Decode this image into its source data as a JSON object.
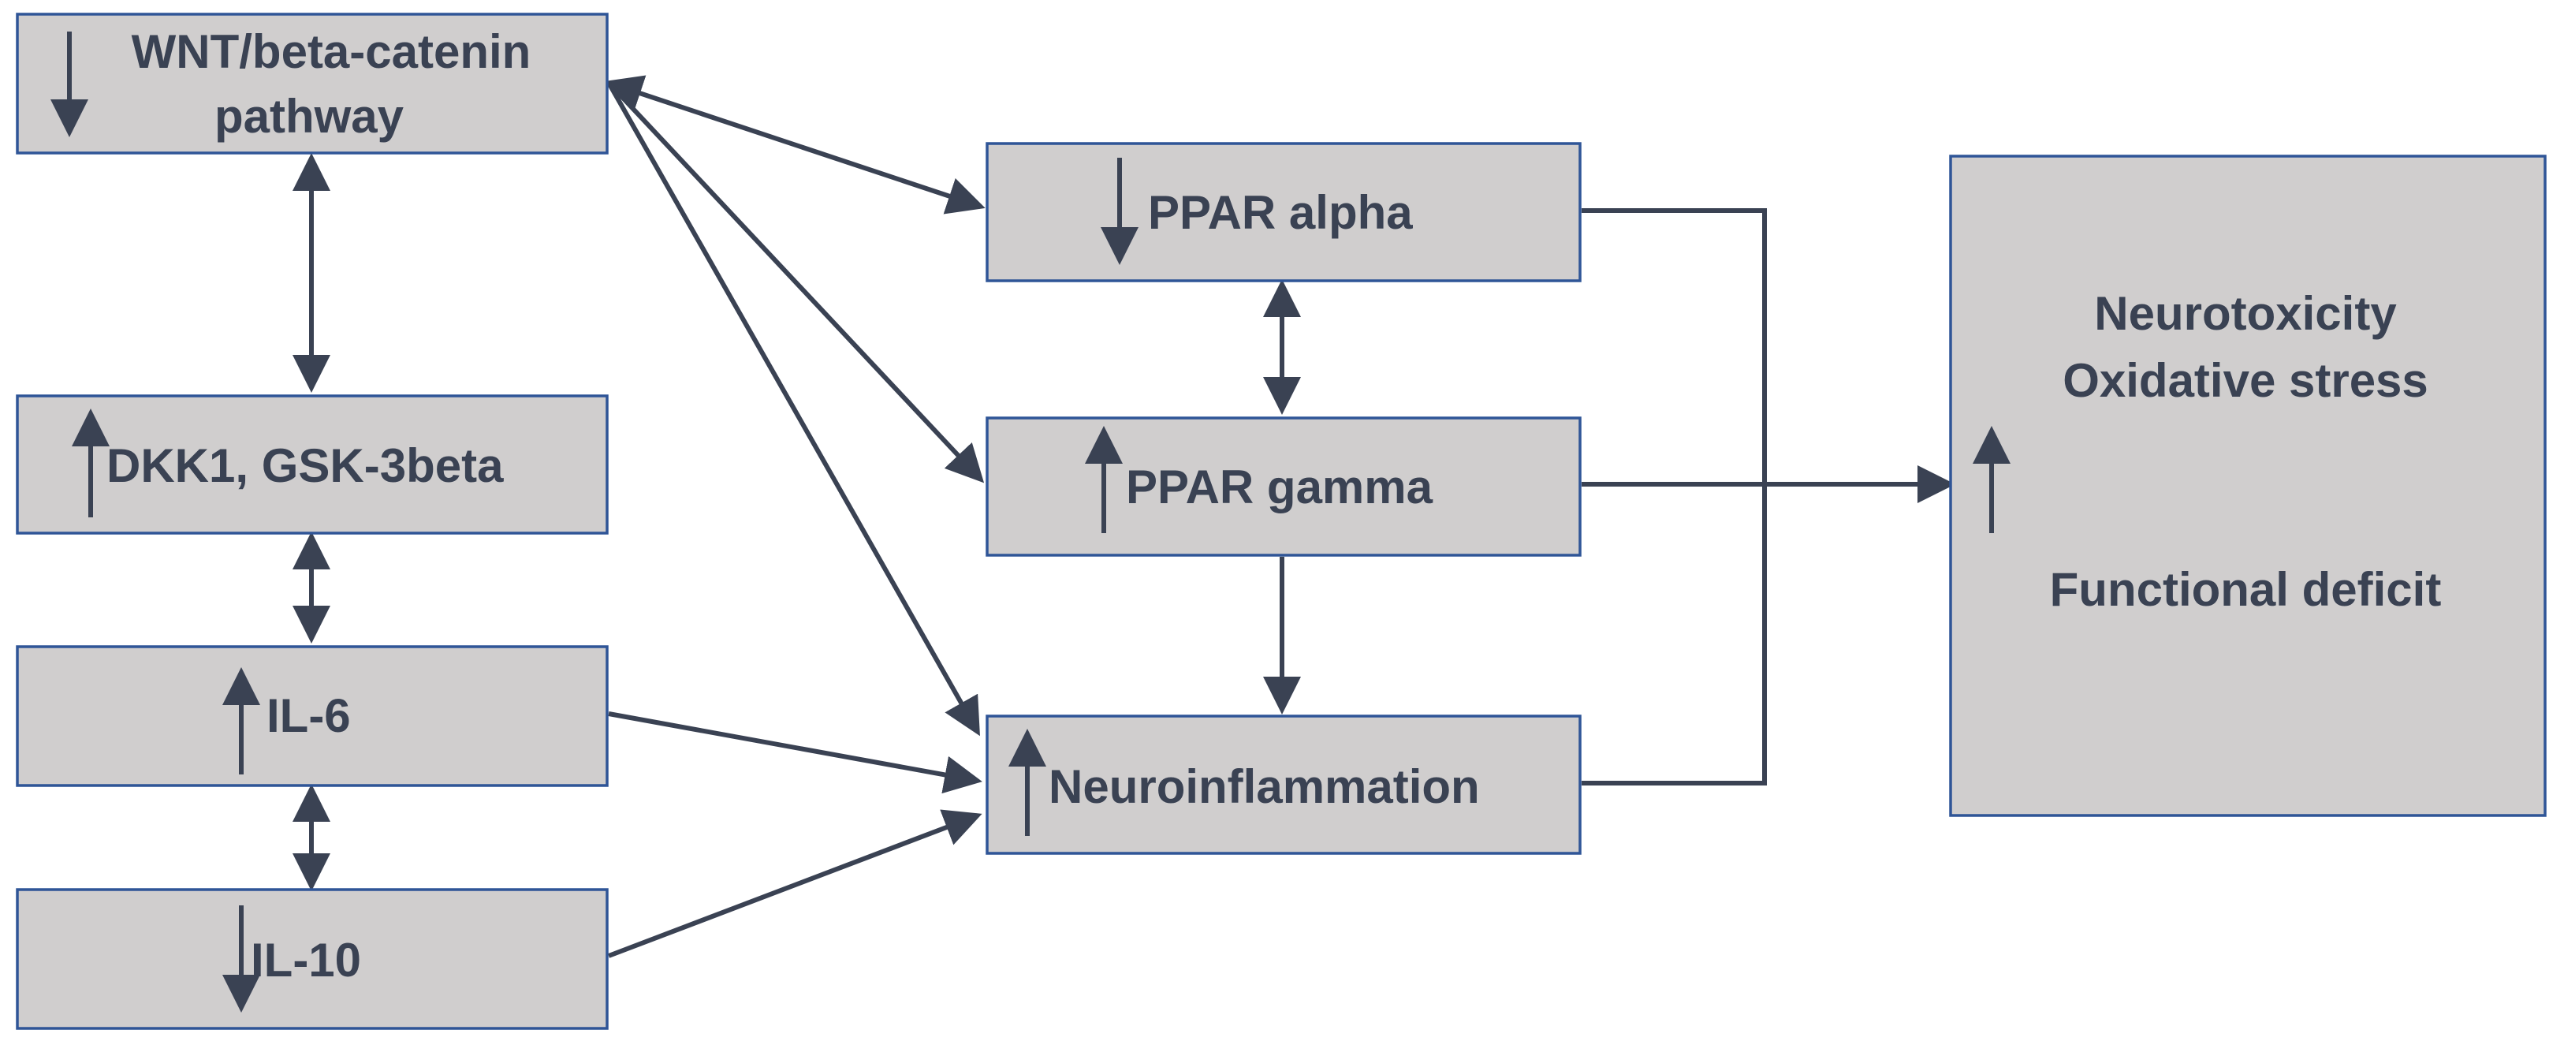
{
  "nodes": {
    "wnt": {
      "lines": [
        "WNT/beta-catenin",
        "pathway"
      ],
      "indicator": "down"
    },
    "dkk1": {
      "lines": [
        "DKK1, GSK-3beta"
      ],
      "indicator": "up"
    },
    "il6": {
      "lines": [
        "IL-6"
      ],
      "indicator": "up"
    },
    "il10": {
      "lines": [
        "IL-10"
      ],
      "indicator": "down"
    },
    "ppara": {
      "lines": [
        "PPAR alpha"
      ],
      "indicator": "down"
    },
    "pparg": {
      "lines": [
        "PPAR gamma"
      ],
      "indicator": "up"
    },
    "neuro": {
      "lines": [
        "Neuroinflammation"
      ],
      "indicator": "up"
    },
    "outcome": {
      "lines": [
        "Neurotoxicity",
        "Oxidative stress",
        "Functional deficit"
      ],
      "indicator": "up"
    }
  },
  "edges": [
    {
      "from": "wnt",
      "to": "dkk1",
      "direction": "both"
    },
    {
      "from": "dkk1",
      "to": "il6",
      "direction": "both"
    },
    {
      "from": "il6",
      "to": "il10",
      "direction": "both"
    },
    {
      "from": "wnt",
      "to": "ppara",
      "direction": "both"
    },
    {
      "from": "wnt",
      "to": "pparg",
      "direction": "forward"
    },
    {
      "from": "wnt",
      "to": "neuro",
      "direction": "forward"
    },
    {
      "from": "il6",
      "to": "neuro",
      "direction": "forward"
    },
    {
      "from": "il10",
      "to": "neuro",
      "direction": "forward"
    },
    {
      "from": "ppara",
      "to": "pparg",
      "direction": "both"
    },
    {
      "from": "pparg",
      "to": "neuro",
      "direction": "forward"
    },
    {
      "from": "ppara",
      "to": "outcome",
      "direction": "forward",
      "style": "bracket"
    },
    {
      "from": "pparg",
      "to": "outcome",
      "direction": "forward"
    },
    {
      "from": "neuro",
      "to": "outcome",
      "direction": "forward",
      "style": "bracket"
    }
  ],
  "colors": {
    "box_fill": "#d0cece",
    "box_stroke": "#2f5597",
    "ink": "#3a4253"
  }
}
